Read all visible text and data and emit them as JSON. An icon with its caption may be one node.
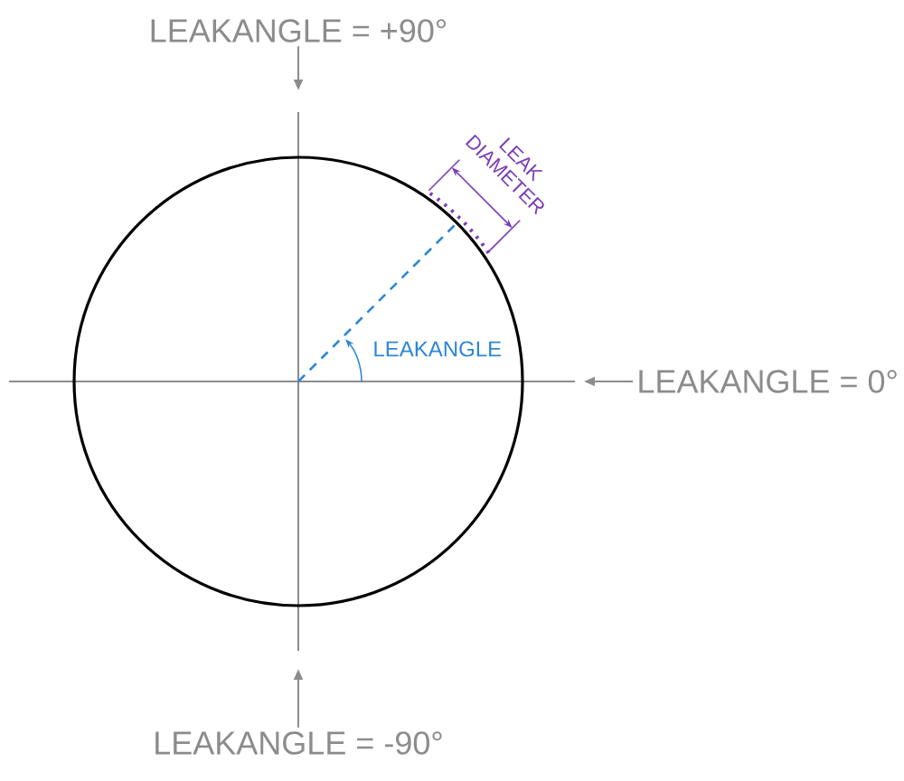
{
  "diagram": {
    "nodes": [
      {
        "text": [
          "LEAKANGLE = +90°"
        ]
      },
      {
        "text": [
          "LEAKANGLE = 0°"
        ]
      },
      {
        "text": [
          "LEAKANGLE = -90°"
        ]
      }
    ],
    "edges": [
      {
        "from": 0,
        "to": null,
        "arrow": "to"
      },
      {
        "from": 1,
        "to": null,
        "arrow": "to"
      },
      {
        "from": 2,
        "to": null,
        "arrow": "to"
      }
    ],
    "labels": [
      "LEAKANGLE",
      "LEAK DIAMETER"
    ]
  }
}
